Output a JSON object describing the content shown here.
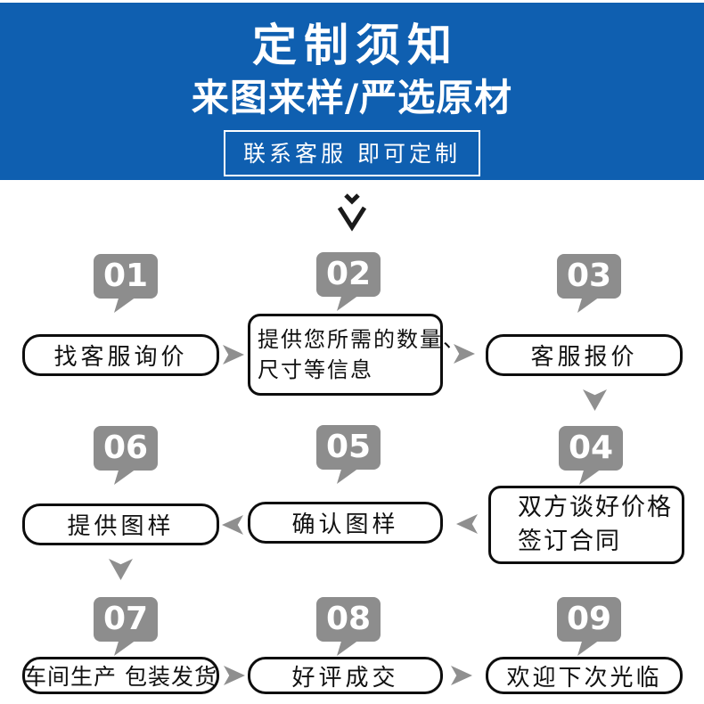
{
  "banner": {
    "title": "定制须知",
    "subtitle": "来图来样/严选原材",
    "cta": "联系客服 即可定制"
  },
  "colors": {
    "banner_bg": "#0f5fb0",
    "badge_bg": "#8d8d8d",
    "arrow": "#8f8f8f",
    "box_border": "#0d0d0d"
  },
  "flow": {
    "steps": [
      {
        "num": "01",
        "lines": [
          "找客服询价"
        ]
      },
      {
        "num": "02",
        "lines": [
          "提供您所需的数量、",
          "尺寸等信息"
        ]
      },
      {
        "num": "03",
        "lines": [
          "客服报价"
        ]
      },
      {
        "num": "04",
        "lines": [
          "双方谈好价格",
          "签订合同"
        ]
      },
      {
        "num": "05",
        "lines": [
          "确认图样"
        ]
      },
      {
        "num": "06",
        "lines": [
          "提供图样"
        ]
      },
      {
        "num": "07",
        "lines": [
          "车间生产 包装发货"
        ]
      },
      {
        "num": "08",
        "lines": [
          "好评成交"
        ]
      },
      {
        "num": "09",
        "lines": [
          "欢迎下次光临"
        ]
      }
    ]
  }
}
